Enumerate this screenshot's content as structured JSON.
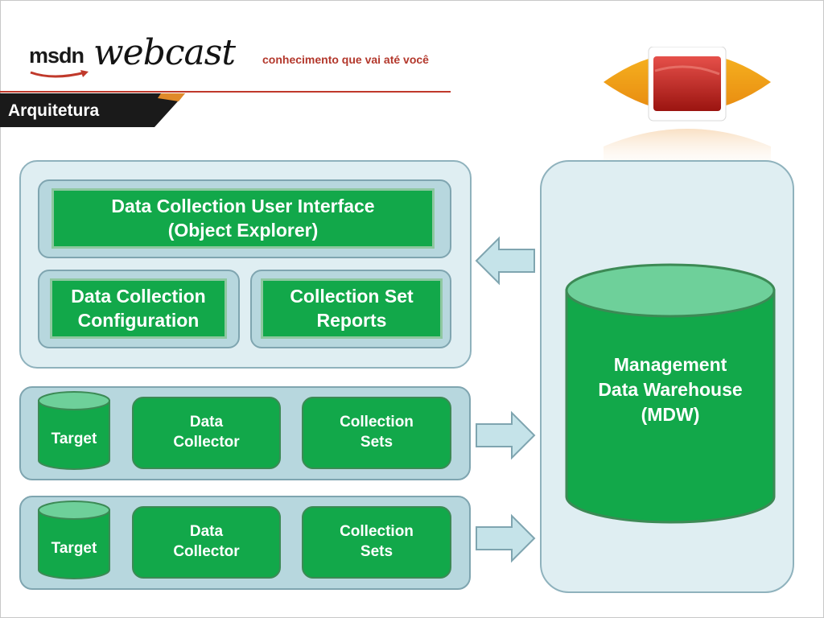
{
  "header": {
    "logo_msdn": "msdn",
    "logo_webcast": "webcast",
    "logo_tagline": "conhecimento que vai até você",
    "section_title": "Arquitetura"
  },
  "colors": {
    "accent_red": "#c0392b",
    "box_green": "#12a84a",
    "panel_light_blue": "#dfeef2",
    "subpanel_blue": "#b7d7de",
    "arrow_blue": "#c5e3e9"
  },
  "diagram": {
    "top_panel": {
      "ui_box": "Data Collection User Interface\n(Object Explorer)",
      "config_box": "Data Collection\nConfiguration",
      "reports_box": "Collection Set\nReports"
    },
    "target_rows": [
      {
        "target": "Target",
        "collector": "Data\nCollector",
        "sets": "Collection\nSets"
      },
      {
        "target": "Target",
        "collector": "Data\nCollector",
        "sets": "Collection\nSets"
      }
    ],
    "mdw": "Management\nData Warehouse\n(MDW)"
  }
}
